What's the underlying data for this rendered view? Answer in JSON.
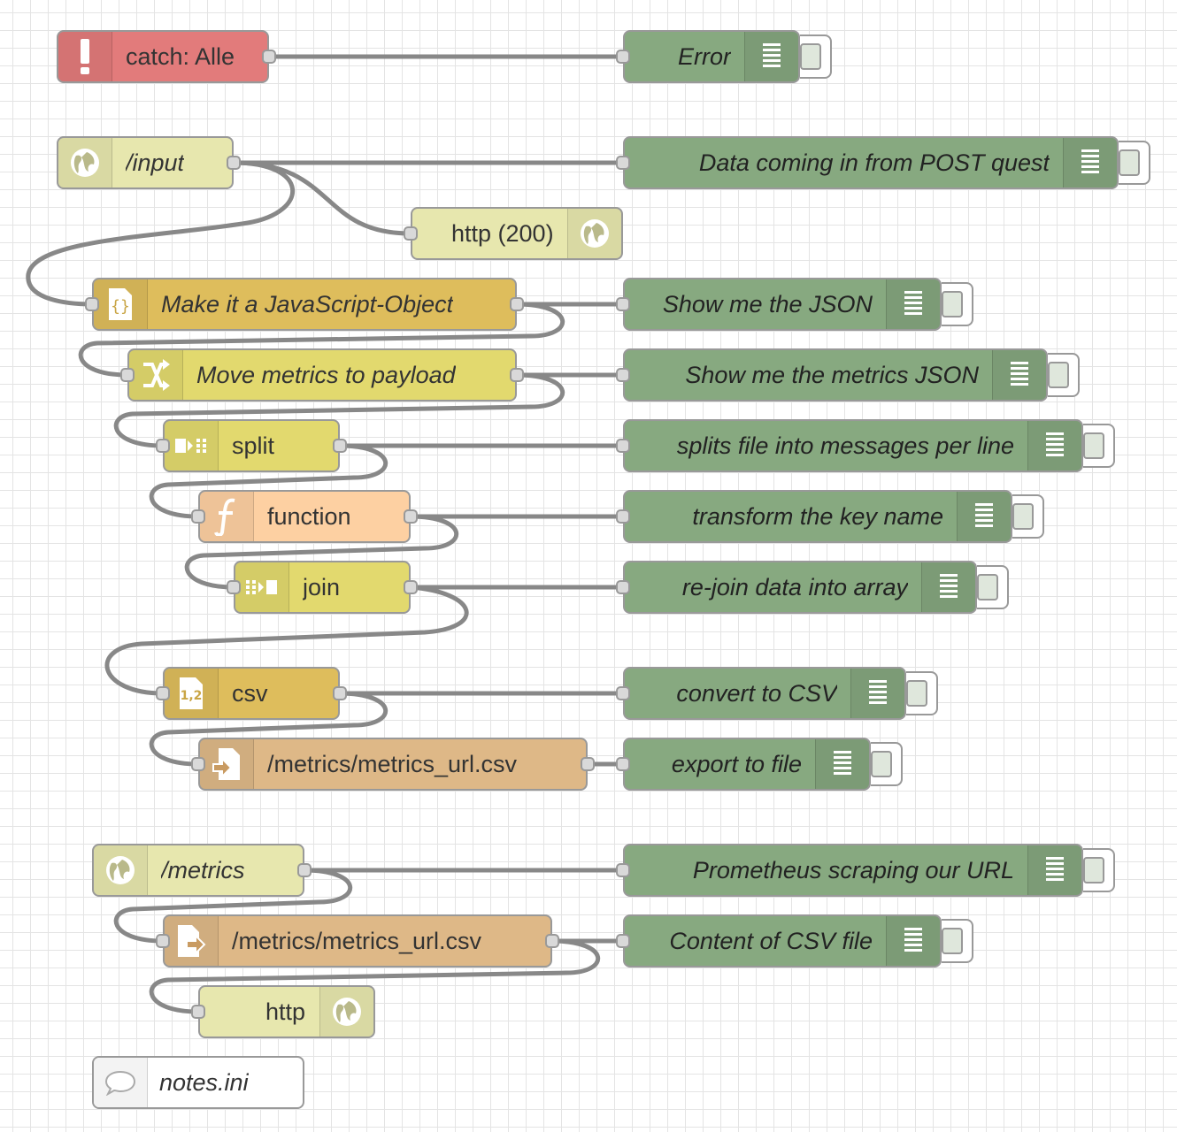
{
  "colors": {
    "catch": "#e27b7b",
    "debug": "#87a980",
    "http": "#e7e7ae",
    "json": "#debd5c",
    "change": "#e2d96e",
    "split": "#e2d96e",
    "function": "#fdd0a2",
    "join": "#e2d96e",
    "csv": "#debd5c",
    "file": "#deb887",
    "comment": "#ffffff"
  },
  "nodes": {
    "catch": {
      "label": "catch: Alle",
      "icon": "alert-icon"
    },
    "http_in_input": {
      "label": "/input",
      "icon": "globe-icon"
    },
    "http_response_200": {
      "label": "http (200)",
      "icon": "globe-icon"
    },
    "json": {
      "label": "Make it a JavaScript-Object",
      "icon": "json-icon"
    },
    "change": {
      "label": "Move metrics to payload",
      "icon": "shuffle-icon"
    },
    "split": {
      "label": "split",
      "icon": "split-icon"
    },
    "function": {
      "label": "function",
      "icon": "function-icon"
    },
    "join": {
      "label": "join",
      "icon": "join-icon"
    },
    "csv": {
      "label": "csv",
      "icon": "csv-icon"
    },
    "file_out": {
      "label": "/metrics/metrics_url.csv",
      "icon": "file-out-icon"
    },
    "http_in_metrics": {
      "label": "/metrics",
      "icon": "globe-icon"
    },
    "file_in": {
      "label": "/metrics/metrics_url.csv",
      "icon": "file-in-icon"
    },
    "http_response": {
      "label": "http",
      "icon": "globe-icon"
    },
    "comment": {
      "label": "notes.ini",
      "icon": "comment-icon"
    }
  },
  "debug_nodes": {
    "error": "Error",
    "post": "Data coming in from POST quest",
    "json": "Show me the JSON",
    "metrics": "Show me the metrics JSON",
    "split": "splits file into messages per line",
    "key": "transform the key name",
    "rejoin": "re-join data into array",
    "csv": "convert to CSV",
    "export": "export to file",
    "prom": "Prometheus scraping our URL",
    "content": "Content of CSV file"
  }
}
